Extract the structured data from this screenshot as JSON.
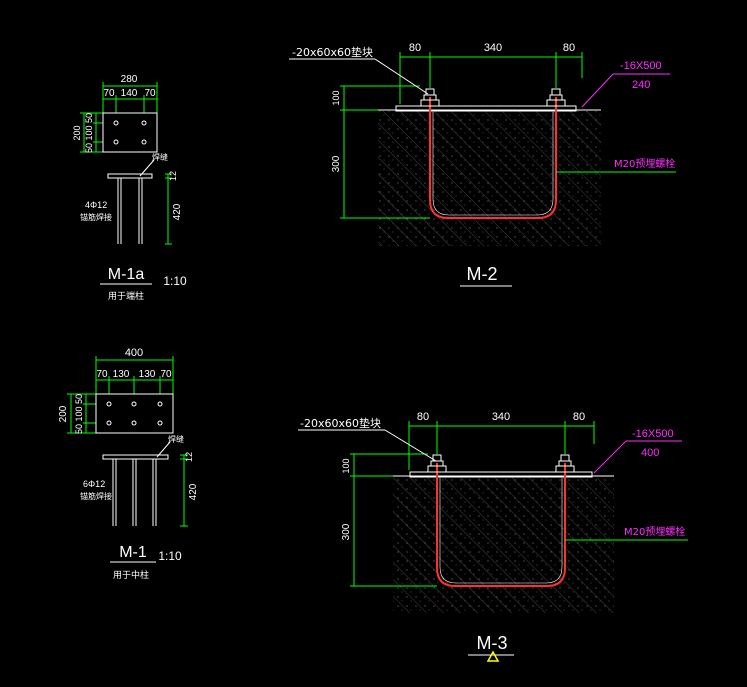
{
  "colors": {
    "background": "#000000",
    "line": "#ffffff",
    "dimension": "#00ff00",
    "rebar": "#ff3030",
    "annotation": "#ff2bff",
    "hatch": "#5a5a5a",
    "marker": "#ffff00"
  },
  "m1a": {
    "dim_total": "280",
    "dim_a": "70",
    "dim_b": "140",
    "dim_c": "70",
    "dim_height": "200",
    "dim_v1": "50",
    "dim_v2": "100",
    "dim_v3": "50",
    "dim_plate": "12",
    "dim_anchor": "420",
    "rebar_label": "4Φ12",
    "rebar_note": "锚筋焊接",
    "weld_label": "焊缝",
    "title": "M-1a",
    "scale": "1:10",
    "usage": "用于端柱"
  },
  "m1": {
    "dim_total": "400",
    "dim_a": "70",
    "dim_b": "130",
    "dim_c": "130",
    "dim_d": "70",
    "dim_height": "200",
    "dim_v1": "50",
    "dim_v2": "100",
    "dim_v3": "50",
    "dim_plate": "12",
    "dim_anchor": "420",
    "rebar_label": "6Φ12",
    "rebar_note": "锚筋焊接",
    "weld_label": "焊缝",
    "title": "M-1",
    "scale": "1:10",
    "usage": "用于中柱"
  },
  "m2": {
    "washer_label": "-20x60x60垫块",
    "dim_left": "80",
    "dim_mid": "340",
    "dim_right": "80",
    "plate_label": "-16X500",
    "plate_width": "240",
    "dim_top": "100",
    "dim_depth": "300",
    "bolt_label": "M20预埋螺栓",
    "title": "M-2"
  },
  "m3": {
    "washer_label": "-20x60x60垫块",
    "dim_left": "80",
    "dim_mid": "340",
    "dim_right": "80",
    "plate_label": "-16X500",
    "plate_width": "400",
    "dim_top": "100",
    "dim_depth": "300",
    "bolt_label": "M20预埋螺栓",
    "title": "M-3"
  }
}
